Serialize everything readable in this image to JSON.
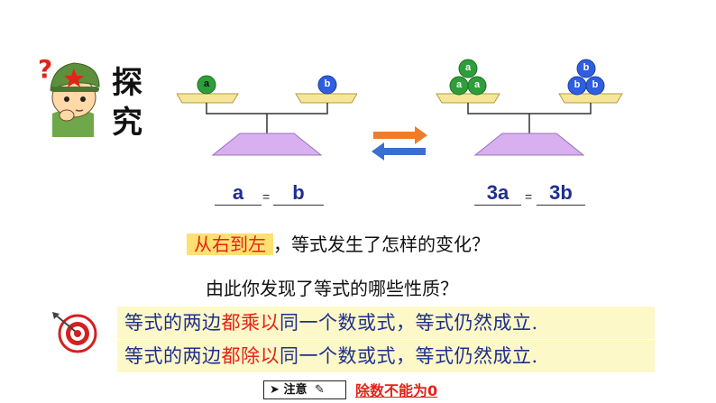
{
  "explore": {
    "title": "探究"
  },
  "balance_left": {
    "left_ball": "a",
    "right_ball": "b"
  },
  "balance_right": {
    "left_balls": [
      "a",
      "a",
      "a"
    ],
    "right_balls": [
      "b",
      "b",
      "b"
    ]
  },
  "equation_left": {
    "left": "a",
    "sign": "=",
    "right": "b"
  },
  "equation_right": {
    "left": "3a",
    "sign": "=",
    "right": "3b"
  },
  "question1": {
    "highlight": "从右到左",
    "text": "，等式发生了怎样的变化？"
  },
  "question2": {
    "text": "由此你发现了等式的哪些性质？"
  },
  "rule1": {
    "before": "等式的两边",
    "emphasis": "都乘以",
    "after": "同一个数或式，等式仍然成立."
  },
  "rule2": {
    "before": "等式的两边",
    "emphasis": "都除以",
    "after": "同一个数或式，等式仍然成立."
  },
  "note": {
    "label": "注意",
    "warning": "除数不能为0"
  },
  "colors": {
    "blue_text": "#1f2f8c",
    "red_text": "#e2231a",
    "green_ball": "#2e9e3a",
    "blue_ball": "#2f5fe0",
    "base_purple": "#d9b0ef",
    "arrow_orange": "#f07c2a",
    "arrow_blue": "#3a6fd0"
  },
  "icons": [
    "soldier-mascot-icon",
    "question-mark-icon",
    "target-icon",
    "pencil-icon",
    "arrow-pointer-icon"
  ]
}
